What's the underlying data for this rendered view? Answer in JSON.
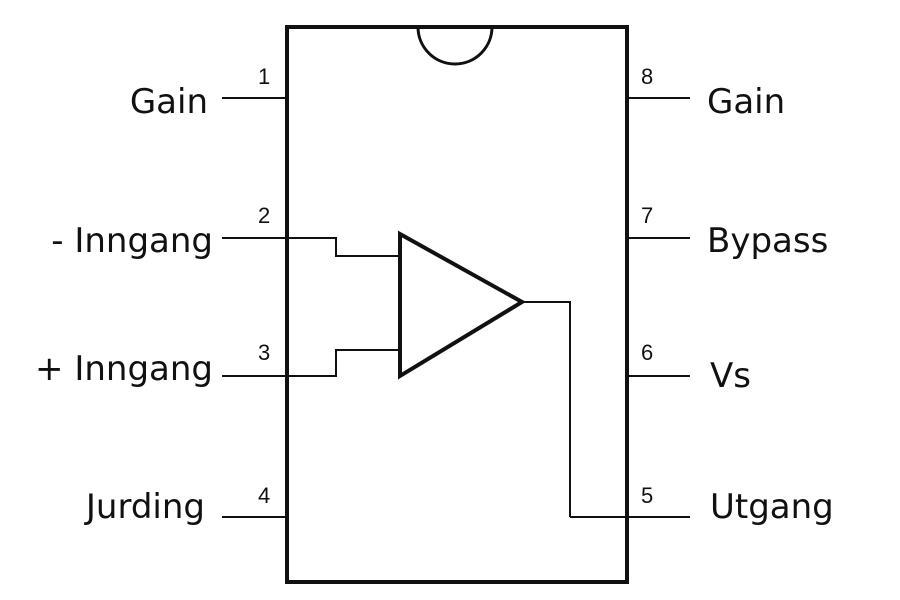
{
  "pins": [
    {
      "number": "1",
      "label": "Gain"
    },
    {
      "number": "2",
      "label": "- Inngang"
    },
    {
      "number": "3",
      "label": "+ Inngang"
    },
    {
      "number": "4",
      "label": "Jurding"
    },
    {
      "number": "5",
      "label": "Utgang"
    },
    {
      "number": "6",
      "label": "Vs"
    },
    {
      "number": "7",
      "label": "Bypass"
    },
    {
      "number": "8",
      "label": "Gain"
    }
  ]
}
